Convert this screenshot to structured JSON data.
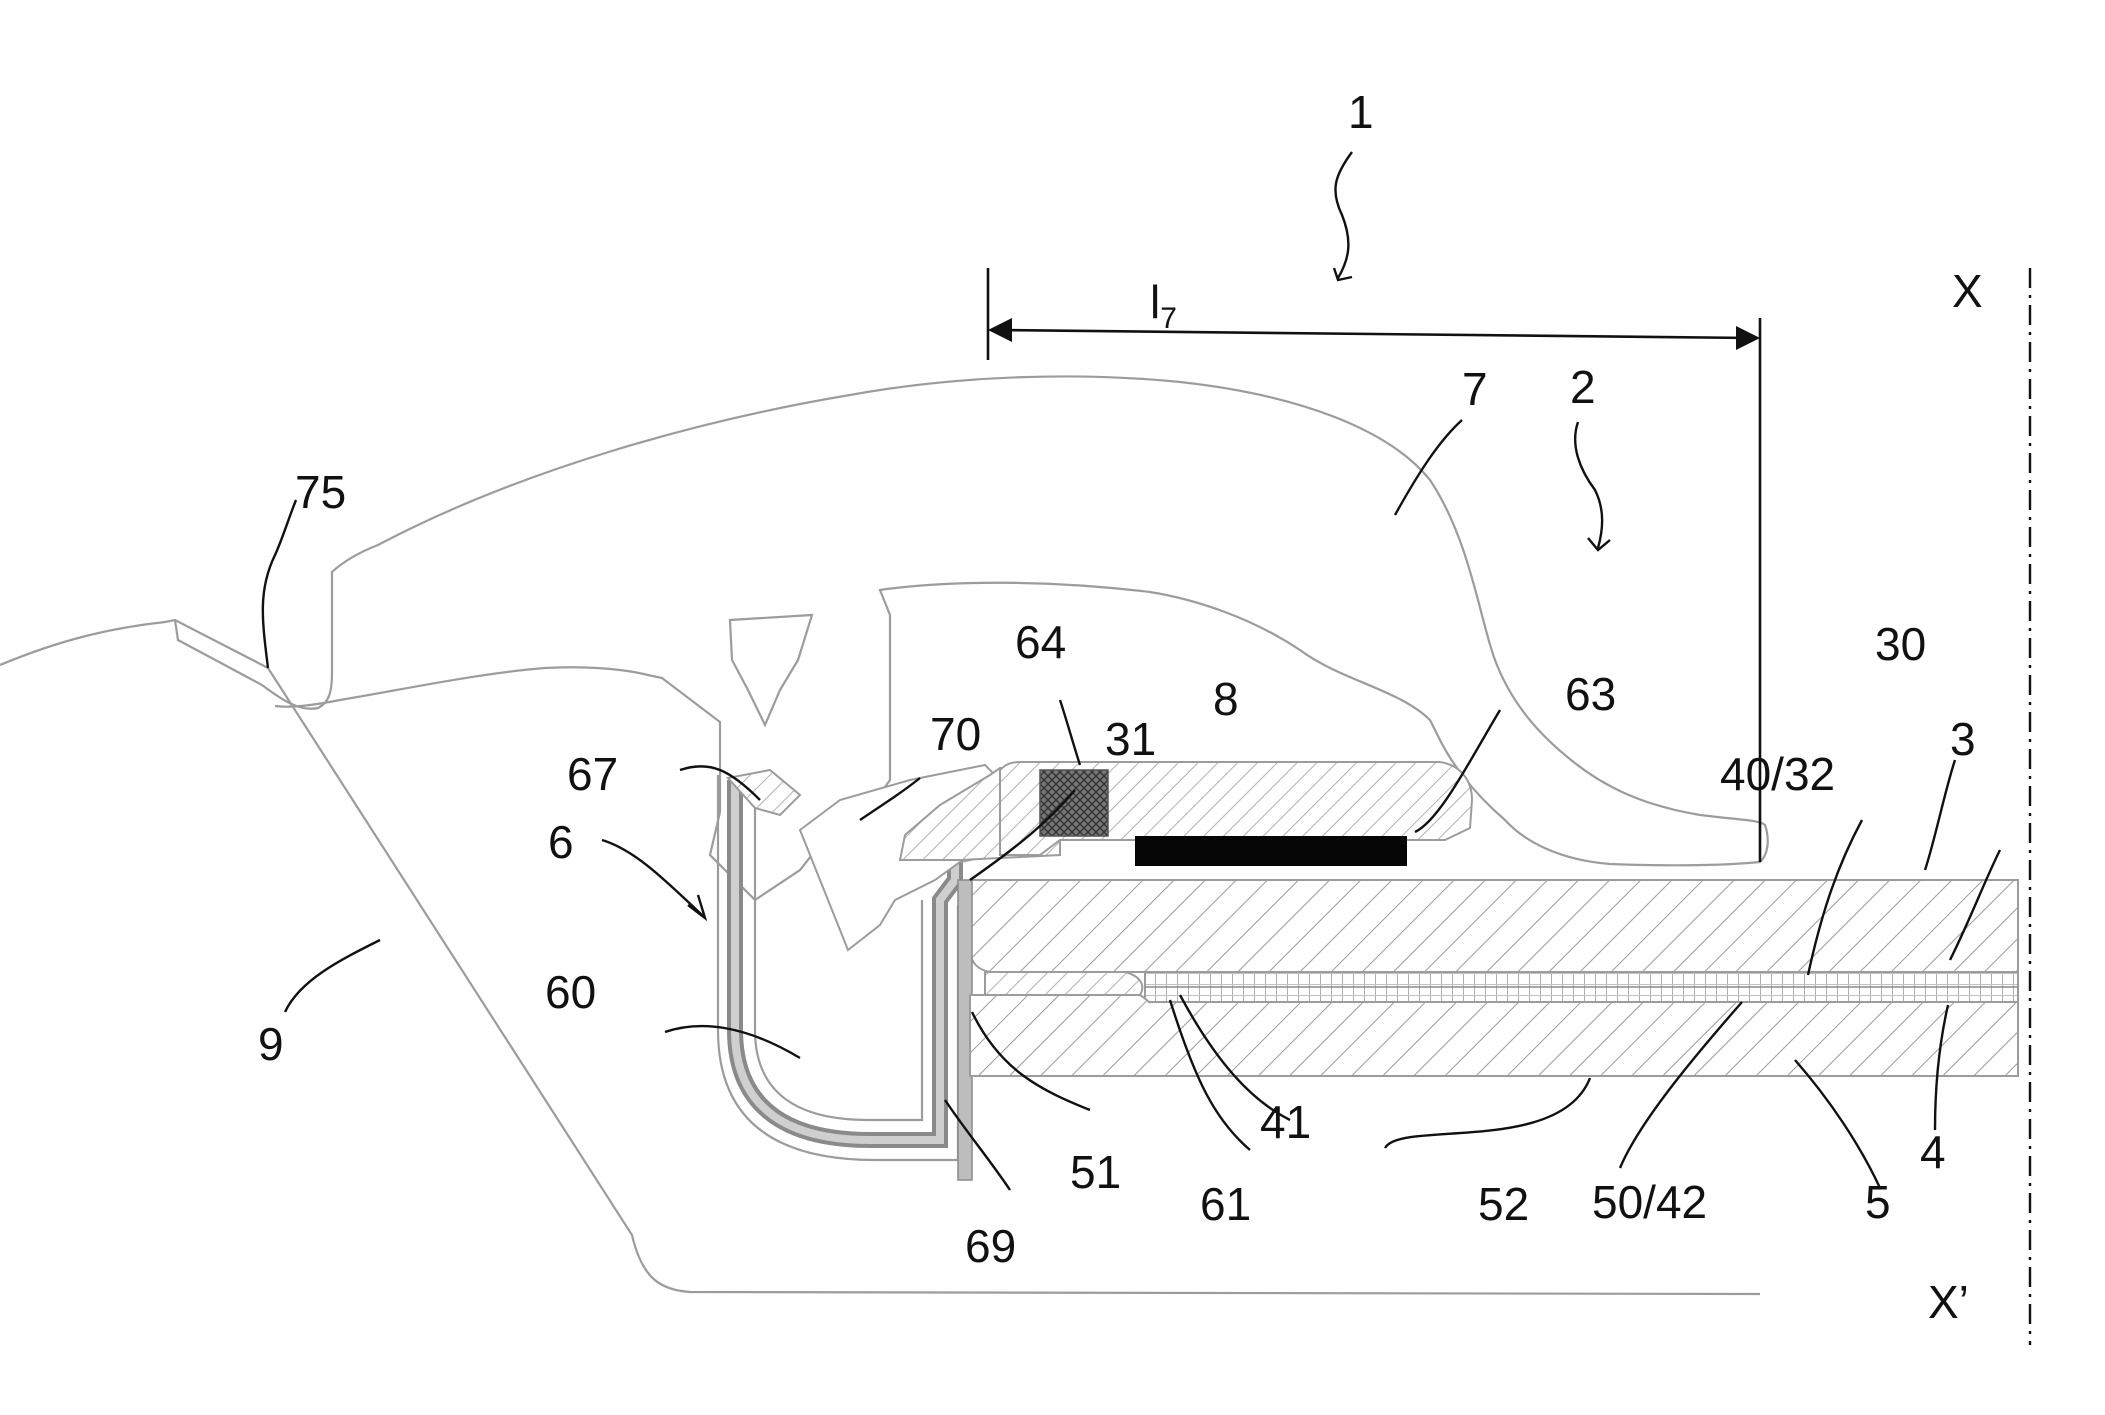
{
  "labels": {
    "n1": "1",
    "n2": "2",
    "n3": "3",
    "n4": "4",
    "n5": "5",
    "n6": "6",
    "n7": "7",
    "n8": "8",
    "n9": "9",
    "n30": "30",
    "n31": "31",
    "n40_32": "40/32",
    "n41": "41",
    "n50_42": "50/42",
    "n51": "51",
    "n52": "52",
    "n60": "60",
    "n61": "61",
    "n63": "63",
    "n64": "64",
    "n67": "67",
    "n69": "69",
    "n70": "70",
    "n75": "75",
    "x_top": "X",
    "x_bottom": "X’",
    "dim_main": "l",
    "dim_sub": "7"
  }
}
